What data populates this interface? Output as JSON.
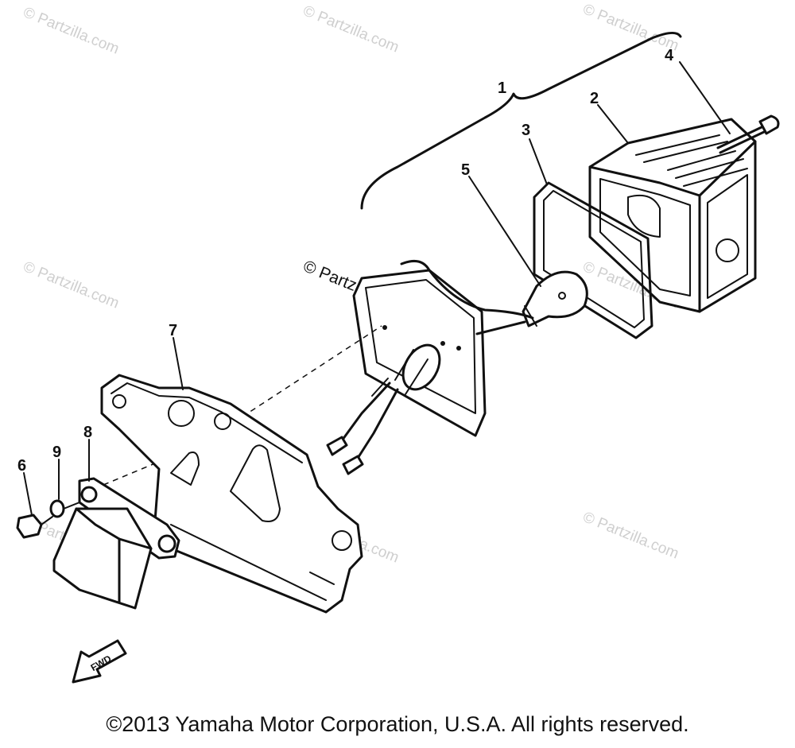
{
  "diagram": {
    "part_numbers": [
      "1",
      "2",
      "3",
      "4",
      "5",
      "6",
      "7",
      "8",
      "9"
    ],
    "direction_marker": "FWD",
    "watermark_text": "© Partzilla.com",
    "copyright": "©2013 Yamaha Motor Corporation, U.S.A. All rights reserved."
  }
}
